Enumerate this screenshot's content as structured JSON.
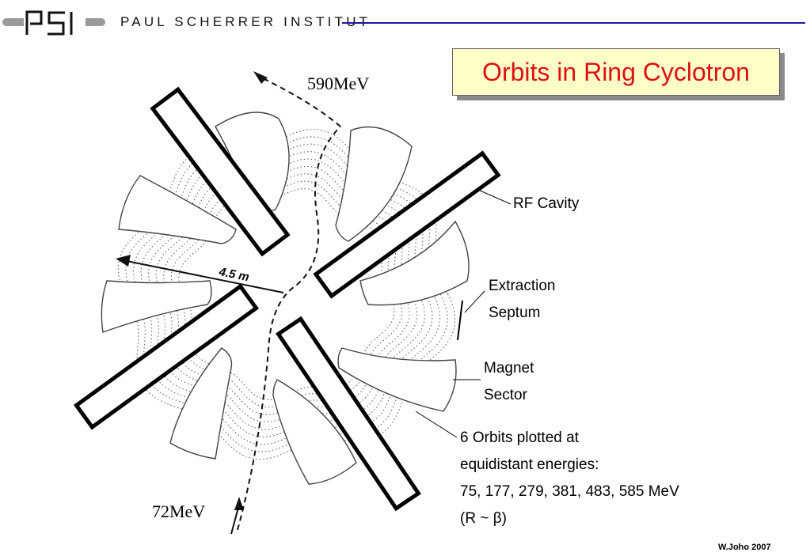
{
  "header": {
    "logo_text": "PSI",
    "institute_name": "PAUL SCHERRER INSTITUT"
  },
  "title": "Orbits in Ring Cyclotron",
  "diagram": {
    "energy_out": "590MeV",
    "energy_in": "72MeV",
    "radius_label": "4.5 m"
  },
  "labels": {
    "rf_cavity": "RF Cavity",
    "extraction_line1": "Extraction",
    "extraction_line2": "Septum",
    "magnet_line1": "Magnet",
    "magnet_line2": "Sector",
    "orbits_line1": "6 Orbits plotted at",
    "orbits_line2": "equidistant energies:",
    "orbits_line3": "75, 177, 279, 381, 483, 585 MeV",
    "orbits_line4": "(R ~ β)"
  },
  "credit": "W.Joho 2007",
  "colors": {
    "title_text": "#dd1111",
    "title_background": "#ffffc8",
    "header_rule": "#1a1aa0"
  }
}
